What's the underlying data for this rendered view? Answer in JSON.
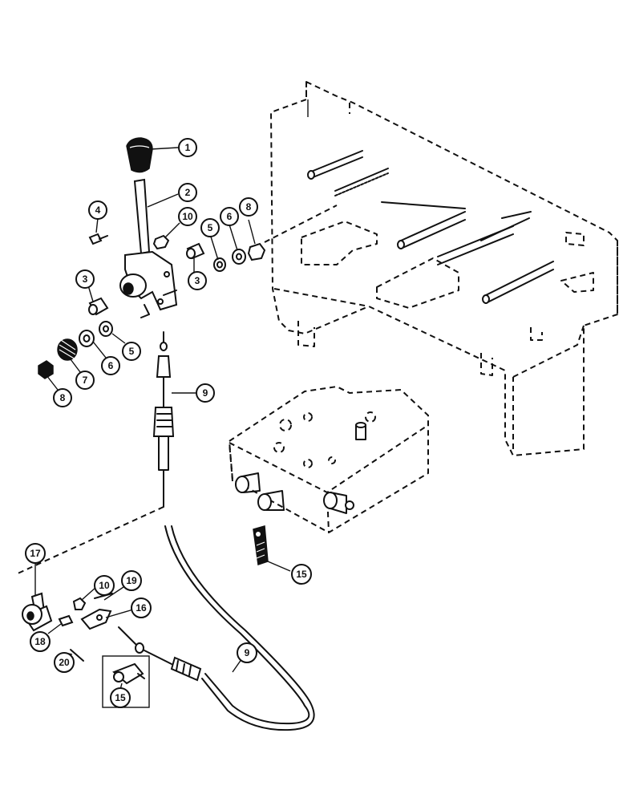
{
  "diagram": {
    "callouts": [
      {
        "id": "c1",
        "label": "1"
      },
      {
        "id": "c2",
        "label": "2"
      },
      {
        "id": "c4",
        "label": "4"
      },
      {
        "id": "c10a",
        "label": "10"
      },
      {
        "id": "c5a",
        "label": "5"
      },
      {
        "id": "c6a",
        "label": "6"
      },
      {
        "id": "c8a",
        "label": "8"
      },
      {
        "id": "c3a",
        "label": "3"
      },
      {
        "id": "c3b",
        "label": "3"
      },
      {
        "id": "c5b",
        "label": "5"
      },
      {
        "id": "c6b",
        "label": "6"
      },
      {
        "id": "c7",
        "label": "7"
      },
      {
        "id": "c8b",
        "label": "8"
      },
      {
        "id": "c9a",
        "label": "9"
      },
      {
        "id": "c15a",
        "label": "15"
      },
      {
        "id": "c17",
        "label": "17"
      },
      {
        "id": "c10b",
        "label": "10"
      },
      {
        "id": "c19",
        "label": "19"
      },
      {
        "id": "c16",
        "label": "16"
      },
      {
        "id": "c18",
        "label": "18"
      },
      {
        "id": "c20",
        "label": "20"
      },
      {
        "id": "c9b",
        "label": "9"
      },
      {
        "id": "c15b",
        "label": "15"
      }
    ]
  }
}
